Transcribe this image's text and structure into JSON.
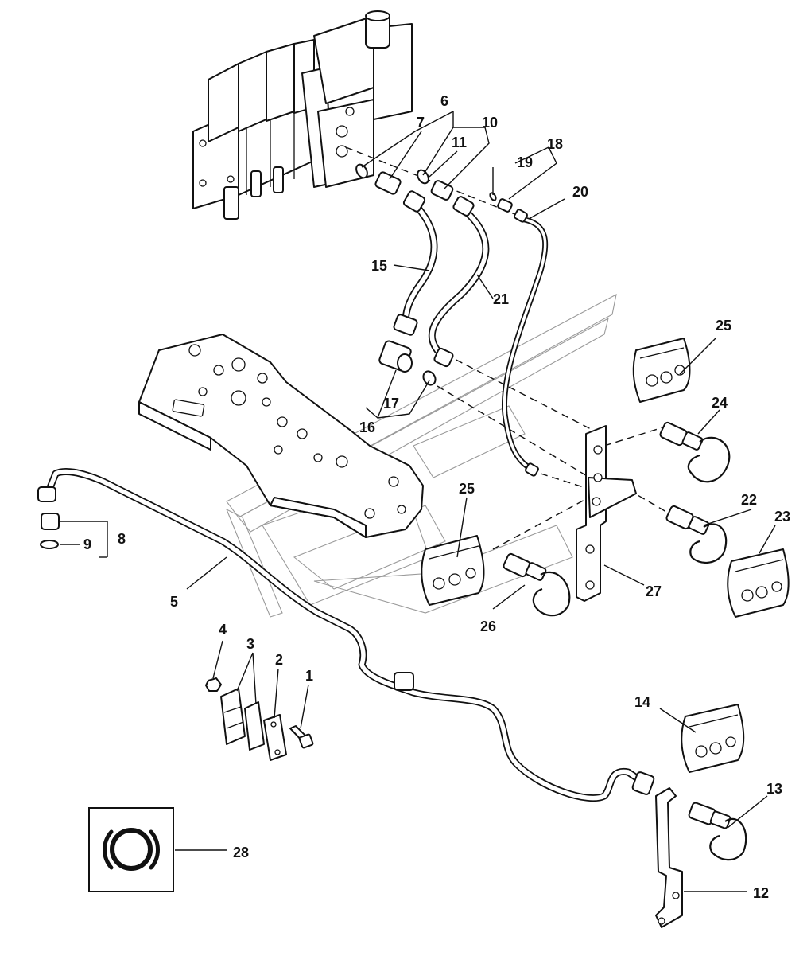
{
  "callouts": {
    "c1": "1",
    "c2": "2",
    "c3": "3",
    "c4": "4",
    "c5": "5",
    "c6": "6",
    "c7": "7",
    "c8": "8",
    "c9": "9",
    "c10": "10",
    "c11": "11",
    "c12": "12",
    "c13": "13",
    "c14": "14",
    "c15": "15",
    "c16": "16",
    "c17": "17",
    "c18": "18",
    "c19": "19",
    "c20": "20",
    "c21": "21",
    "c22": "22",
    "c23": "23",
    "c24": "24",
    "c25a": "25",
    "c25b": "25",
    "c26": "26",
    "c27": "27",
    "c28": "28"
  },
  "icons": {
    "inset_symbol": "brake-warning-symbol-icon"
  },
  "colors": {
    "line": "#111111",
    "watermark": "#9a9a9a",
    "background": "#ffffff"
  }
}
